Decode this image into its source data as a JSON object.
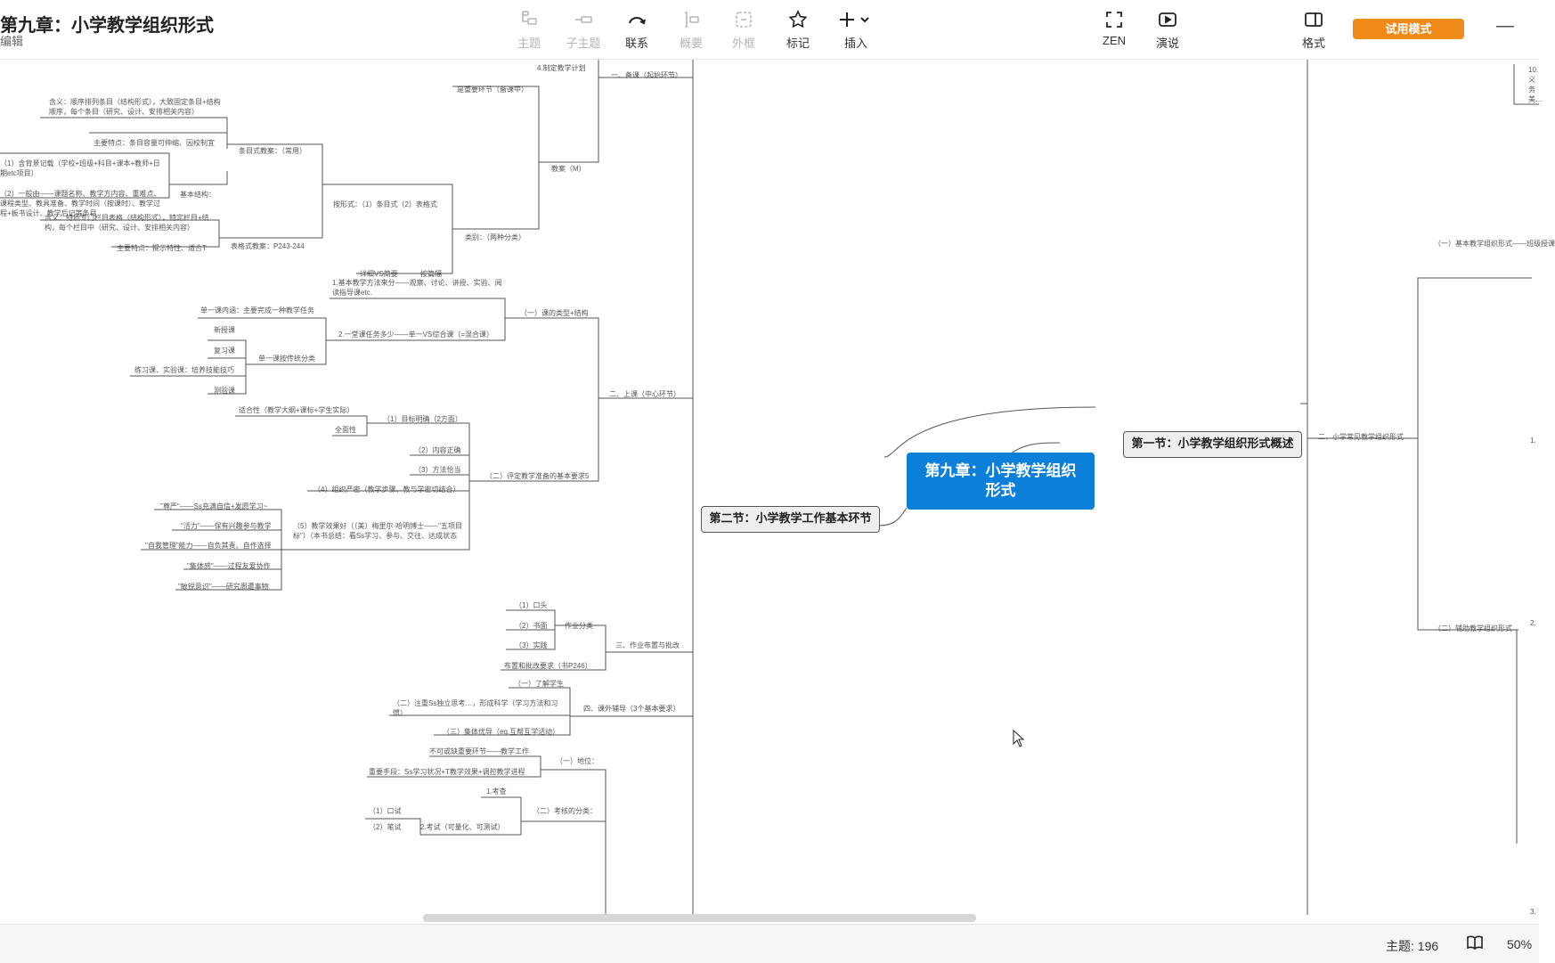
{
  "header": {
    "title": "第九章：小学教学组织形式",
    "subtitle": "编辑",
    "trial_label": "试用模式",
    "minimize": "—"
  },
  "toolbar": {
    "topic": "主题",
    "subtopic": "子主题",
    "relation": "联系",
    "summary": "概要",
    "boundary": "外框",
    "marker": "标记",
    "insert": "插入",
    "zen": "ZEN",
    "present": "演说",
    "format": "格式"
  },
  "map": {
    "root": "第九章：小学教学组织形式",
    "section1": "第一节：小学教学组织形式概述",
    "section2": "第二节：小学教学工作基本环节",
    "n": {
      "a1": "4.制定教学计划",
      "a2": "一、备课（起始环节）",
      "a3": "是重要环节（备课中）",
      "a4": "含义：顺序排列条目（结构形式），大致固定条目+结构顺序，每个条目（研究、设计、安排相关内容）",
      "a5": "主要特点：条目容量可伸缩、因校制宜",
      "a6": "条目式教案：（常用）",
      "a7": "（1）含背景记载（学校+班级+科目+课本+教师+日期etc项目）",
      "a8": "基本结构：",
      "a9": "（2）一般由——课题名称、教学方内容、重难点、课程类型、教具准备、教学时间（按课时）、教学过程+板书设计、教学后记等条目",
      "a10": "教案（M）",
      "a11": "按形式：（1）条目式（2）表格式",
      "a12": "含义：特质专门栏目表格（结构形式），特定栏目+结构，每个栏目中（研究、设计、安排相关内容）",
      "a13": "表格式教案：P243-244",
      "a14": "主要特点：提示特性、适合T",
      "a15": "类别：（两种分类）",
      "a16": "详细VS简要",
      "a17": "按篇幅",
      "b1": "1.基本教学方法来分——观察、讨论、讲授、实验、阅读指导课etc.",
      "b2": "单一课内涵：主要完成一种教学任务",
      "b3": "2.一堂课任务多少——单一VS综合课（=混合课）",
      "b4": "（一）课的类型+结构",
      "b5": "新授课",
      "b6": "复习课",
      "b7": "单一课按传统分类",
      "b8": "练习课、实验课：培养技能技巧",
      "b9": "测验课",
      "b10": "二、上课（中心环节）",
      "c1": "适合性（教学大纲+课标+学生实际）",
      "c2": "（1）目标明确（2方面）",
      "c3": "全面性",
      "c4": "（2）内容正确",
      "c5": "（3）方法恰当",
      "c6": "（二）评定教学准备的基本要求5",
      "c7": "（4）组织严密（教学步骤、教与学密切结合）",
      "d1": "\"尊严\"——Ss充满自信+发愿学习~",
      "d2": "\"活力\"——保有兴趣参与教学",
      "d3": "（5）教学效果好（（美）梅里尔·哈明博士——\"五项目标\"）（本书总结：看Ss学习、参与、交往、达成状态",
      "d4": "\"自我管理\"能力——自负其责、自作选择",
      "d5": "\"集体感\"——过程友爱协作",
      "d6": "\"敏锐意识\"——研究周遭事物",
      "e1": "（1）口头",
      "e2": "（2）书面",
      "e3": "作业分类",
      "e4": "（3）实践",
      "e5": "三、作业布置与批改",
      "e6": "布置和批改要求（书P246）",
      "f1": "（一）了解学生",
      "f2": "（二）注重Ss独立思考…，形成科学（学习方法和习惯）",
      "f3": "四、课外辅导（3个基本要求）",
      "f4": "（三）集体优导（eg.互帮互学活动）",
      "g1": "不可或缺重要环节——教学工作",
      "g2": "（一）地位：",
      "g3": "重要手段：Ss学习状况+T教学效果+调控教学进程",
      "g4": "1.考查",
      "g5": "（1）口试",
      "g6": "（二）考核的分类：",
      "g7": "（2）笔试",
      "g8": "2.考试（可量化、可测试）",
      "h1": "（一）基本教学组织形式——班级授课",
      "h2": "二、小学常见教学组织形式",
      "h3": "（二）辅助教学组织形式",
      "h4": "10.义务美…",
      "h5": "1.",
      "h6": "2.",
      "h7": "3."
    }
  },
  "status": {
    "topics": "主题: 196",
    "zoom": "50%"
  },
  "colors": {
    "root_bg": "#0c7fdb",
    "trial_bg": "#f08a18",
    "line": "#555555"
  }
}
